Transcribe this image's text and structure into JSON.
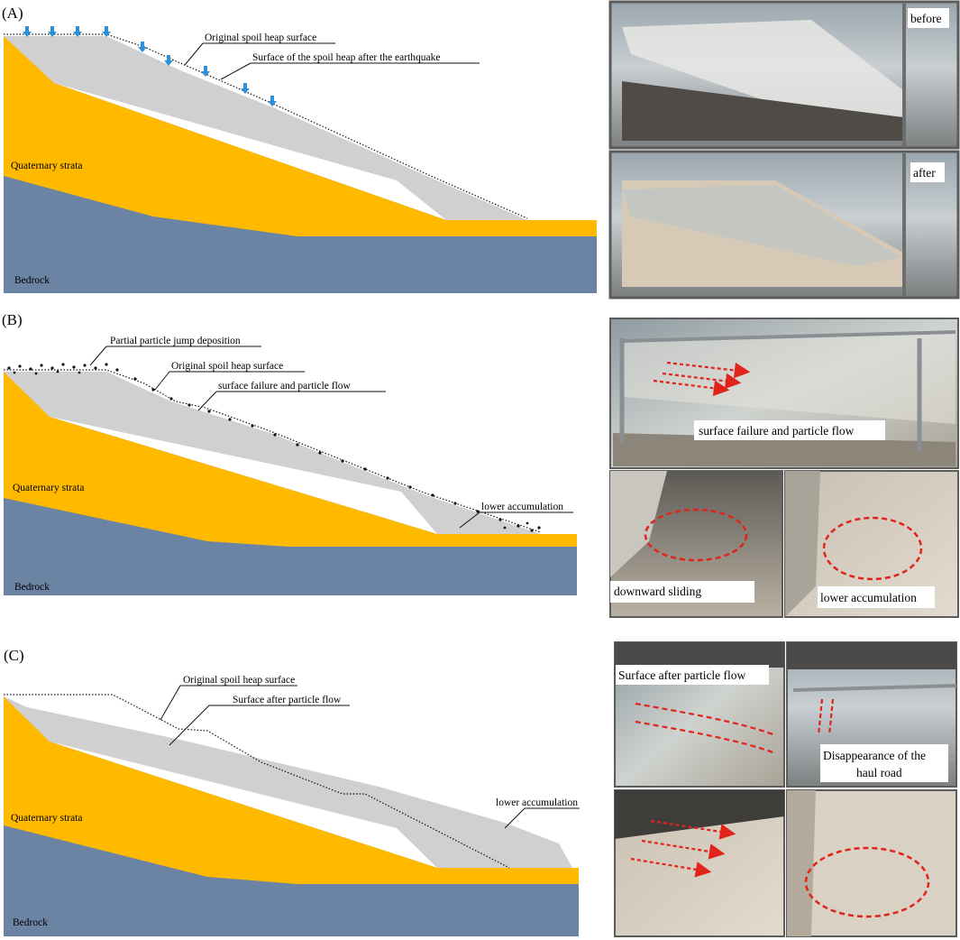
{
  "panels": {
    "a": {
      "letter": "(A)",
      "labels": {
        "original_surface": "Original spoil  heap  surface",
        "after_surface": "Surface of the spoil heap after the earthquake",
        "quaternary": "Quaternary strata",
        "bedrock": "Bedrock"
      },
      "photos": {
        "before": "before",
        "after": "after"
      }
    },
    "b": {
      "letter": "(B)",
      "labels": {
        "jump_deposition": "Partial particle jump deposition",
        "original_surface": "Original spoil heap surface",
        "surface_failure": "surface failure and particle flow",
        "lower_accumulation": "lower accumulation",
        "quaternary": "Quaternary strata",
        "bedrock": "Bedrock"
      },
      "photos": {
        "flow": "surface failure and particle flow",
        "sliding": "downward sliding",
        "accumulation": "lower accumulation"
      }
    },
    "c": {
      "letter": "(C)",
      "labels": {
        "original_surface": "Original spoil heap surface",
        "after_flow": "Surface after particle flow",
        "lower_accumulation": "lower accumulation",
        "quaternary": "Quaternary strata",
        "bedrock": "Bedrock"
      },
      "photos": {
        "after_flow": "Surface after particle flow",
        "haul_road_1": "Disappearance of the",
        "haul_road_2": "haul road"
      }
    }
  },
  "colors": {
    "quaternary": "#FFBA00",
    "bedrock": "#6B84A3",
    "spoil": "#D0D0D0",
    "arrow": "#2E8FD6",
    "annotation": "#E2231A"
  }
}
